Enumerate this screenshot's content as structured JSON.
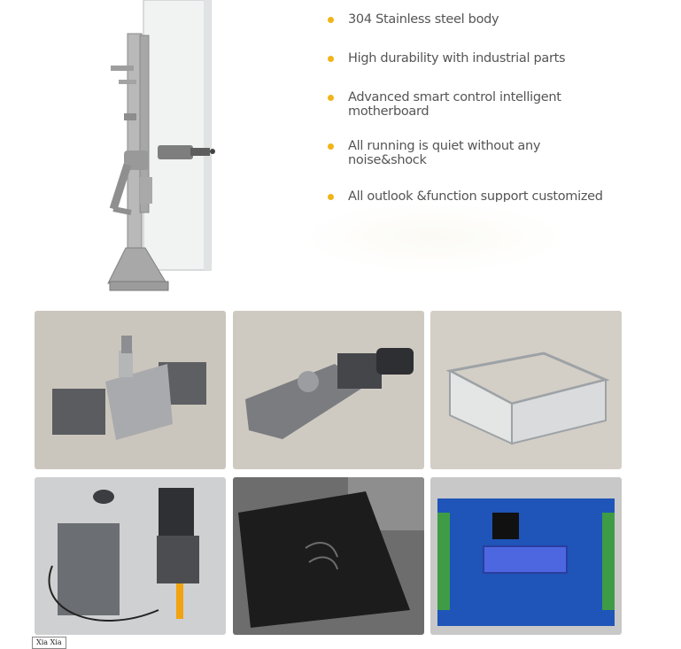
{
  "colors": {
    "bullet": "#f2b418",
    "text": "#555555",
    "tile_bg": "#c9c4bc",
    "pcb_blue": "#1f54b8",
    "lcd": "#4d67e0"
  },
  "features": [
    "304 Stainless steel body",
    "High durability with industrial parts",
    "Advanced smart control intelligent motherboard",
    "All running is quiet without any noise&shock",
    "All outlook &function support customized"
  ],
  "gallery": {
    "tiles": [
      {
        "subject": "gearbox-motor-grey"
      },
      {
        "subject": "motor-gear-housing"
      },
      {
        "subject": "transparent-gear-case"
      },
      {
        "subject": "dc-gear-motors"
      },
      {
        "subject": "card-reader-panel"
      },
      {
        "subject": "control-board-lcd"
      }
    ]
  },
  "footer": {
    "alt_text": "Xia Xia"
  }
}
